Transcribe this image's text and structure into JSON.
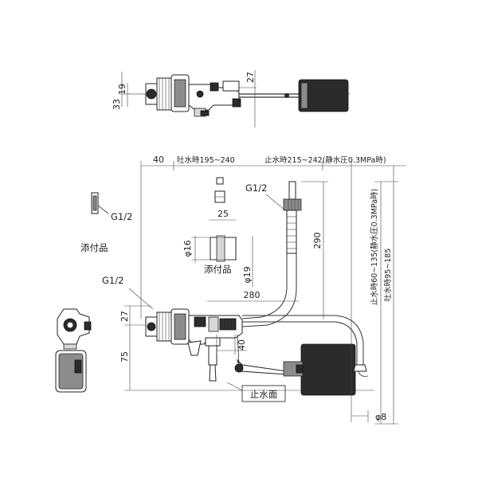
{
  "dims": {
    "top_33": "33",
    "top_19": "19",
    "top_27": "27",
    "d40": "40",
    "spout_range": "吐水時195~240",
    "stop_range": "止水時215~242(静水圧0.3MPa時)",
    "g12_top": "G1/2",
    "g12_left": "G1/2",
    "g12_main": "G1/2",
    "d25": "25",
    "d290": "290",
    "phi16": "φ16",
    "phi19": "φ19",
    "d280": "280",
    "vr_stop": "止水時60~135(静水圧0.3MPa時)",
    "vr_spout": "吐水時95~185",
    "side27": "27",
    "side75": "75",
    "d40b": "40",
    "phi8": "φ8"
  },
  "labels": {
    "accessory_1": "添付品",
    "accessory_2": "添付品",
    "water_stop_level": "止水面"
  },
  "icons": {
    "float-valve": "ball-tap-assembly",
    "float": "rectangular-float"
  }
}
